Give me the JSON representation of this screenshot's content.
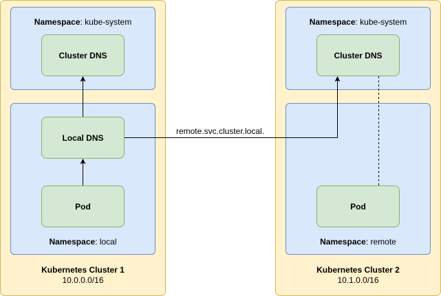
{
  "cluster1": {
    "title": "Kubernetes Cluster 1",
    "cidr": "10.0.0.0/16",
    "top_namespace": {
      "key": "Namespace",
      "value": ": kube-system"
    },
    "bottom_namespace": {
      "key": "Namespace",
      "value": ": local"
    },
    "cluster_dns": "Cluster DNS",
    "local_dns": "Local DNS",
    "pod": "Pod"
  },
  "cluster2": {
    "title": "Kubernetes Cluster 2",
    "cidr": "10.1.0.0/16",
    "top_namespace": {
      "key": "Namespace",
      "value": ": kube-system"
    },
    "bottom_namespace": {
      "key": "Namespace",
      "value": ": remote"
    },
    "cluster_dns": "Cluster DNS",
    "pod": "Pod"
  },
  "edge_label": "remote.svc.cluster.local.",
  "colors": {
    "cluster_fill": "#fff2cc",
    "cluster_stroke": "#d6b656",
    "namespace_fill": "#dae8fc",
    "namespace_stroke": "#6c8ebf",
    "node_fill": "#d5e8d4",
    "node_stroke": "#82b366"
  }
}
